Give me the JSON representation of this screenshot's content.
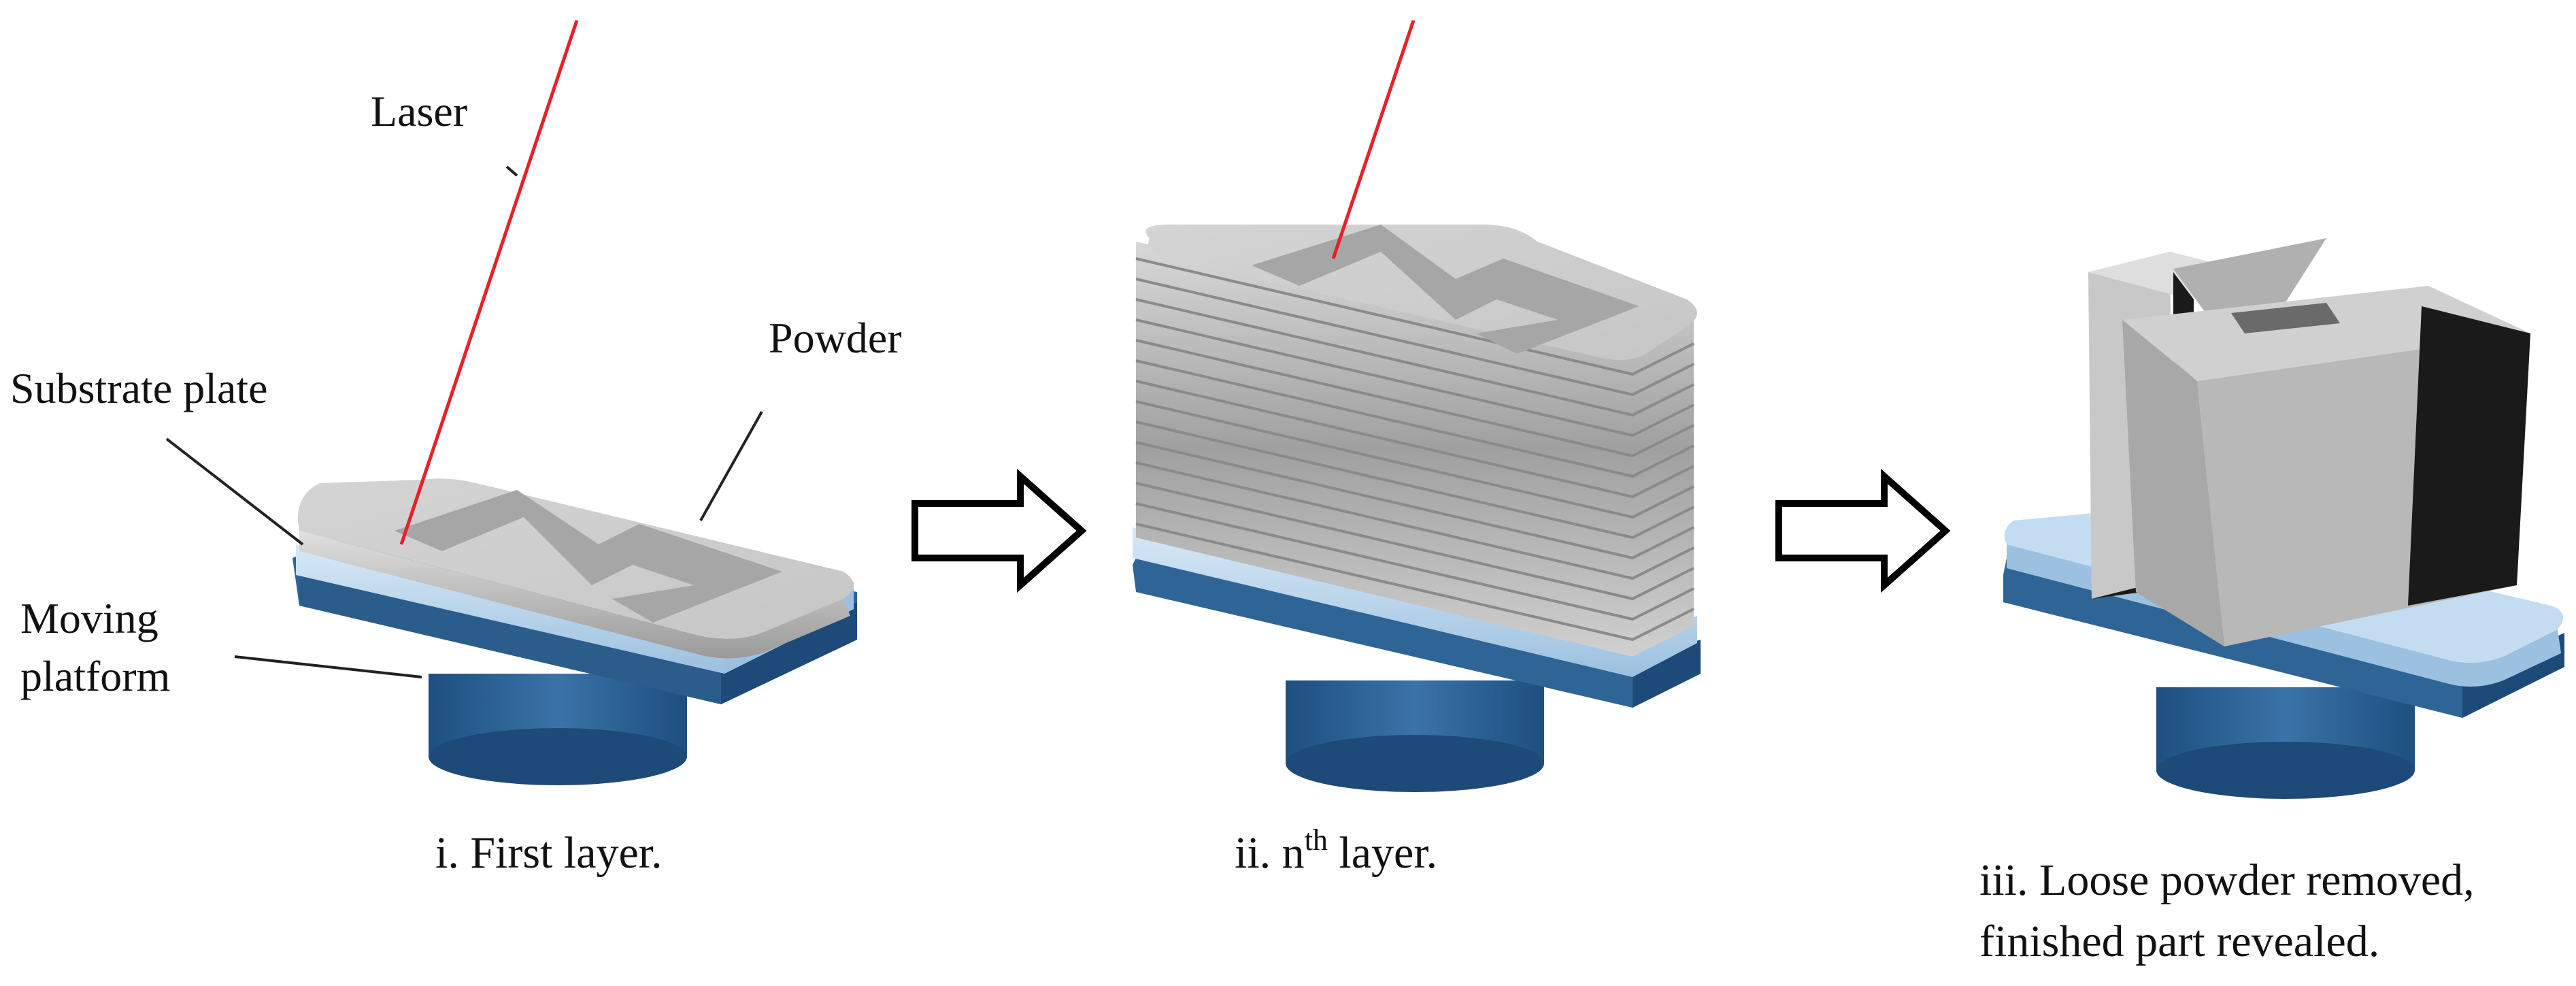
{
  "labels": {
    "laser": "Laser",
    "powder": "Powder",
    "substrate_plate": "Substrate plate",
    "moving_platform_line1": "Moving",
    "moving_platform_line2": "platform"
  },
  "captions": {
    "first": "i. First layer.",
    "nth_prefix": "ii. n",
    "nth_sup": "th",
    "nth_suffix": " layer.",
    "final_line1": "iii. Loose powder removed,",
    "final_line2": "finished part revealed."
  },
  "colors": {
    "laser": "#e8202a",
    "powder_top": "#cdcdcd",
    "powder_side": "#a9a9a9",
    "part_pattern": "#a6a6a6",
    "substrate_top": "#bcd8f0",
    "substrate_side": "#9cc0e0",
    "platform": "#2f6496",
    "platform_dark": "#1d4a78",
    "part_face": "#bdbdbd",
    "part_shadow": "#1a1a1a",
    "arrow_stroke": "#000000"
  },
  "icons": {
    "step_arrow": "right-arrow-outline"
  }
}
